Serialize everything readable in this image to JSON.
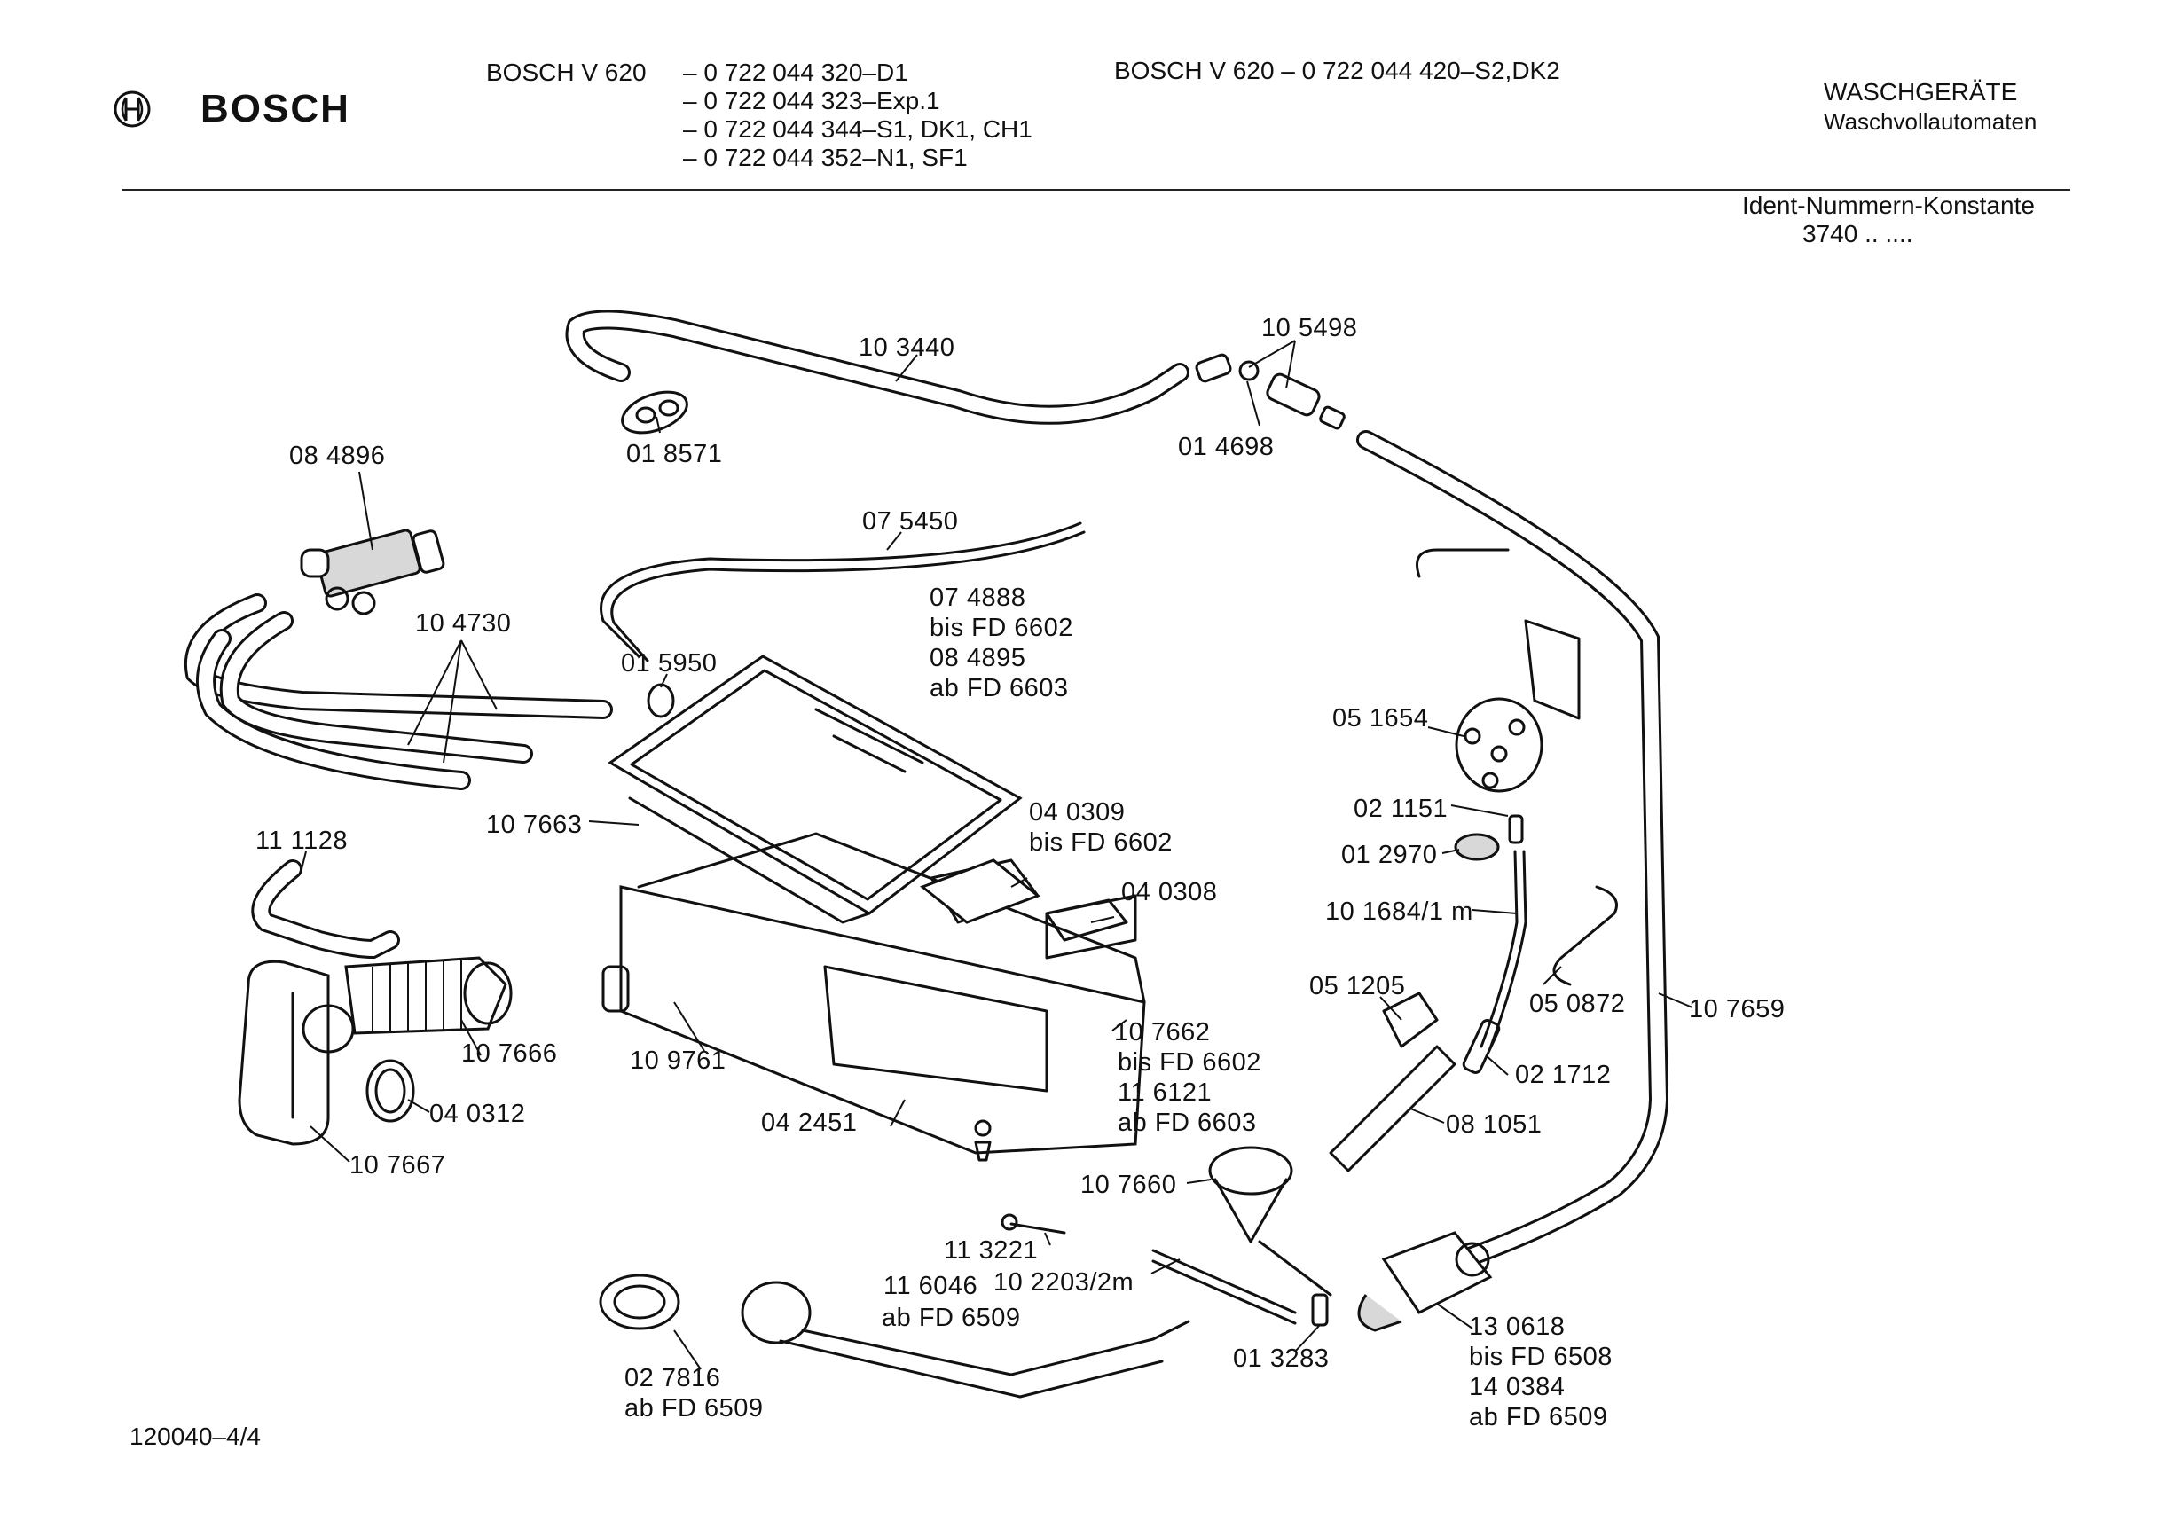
{
  "header": {
    "brand": "BOSCH",
    "model_a_prefix": "BOSCH  V 620",
    "model_a_lines": [
      "– 0 722 044 320–D1",
      "– 0 722 044 323–Exp.1",
      "– 0 722 044 344–S1, DK1, CH1",
      "– 0 722 044 352–N1, SF1"
    ],
    "model_b": "BOSCH  V 620   –  0 722 044 420–S2,DK2",
    "category": "WASCHGERÄTE",
    "subcategory": "Waschvollautomaten",
    "ident_label": "Ident-Nummern-Konstante",
    "ident_value": "3740   ..   ...."
  },
  "footer": {
    "drawing_number": "120040–4/4"
  },
  "parts": {
    "p_103440": "10 3440",
    "p_105498": "10 5498",
    "p_018571": "01 8571",
    "p_014698": "01 4698",
    "p_084896": "08 4896",
    "p_075450": "07 5450",
    "p_104730": "10 4730",
    "p_015950": "01 5950",
    "p_074888": "07 4888",
    "p_074888_n1": "bis FD 6602",
    "p_084895": "08 4895",
    "p_084895_n1": "ab FD 6603",
    "p_111128": "11 1128",
    "p_107663": "10 7663",
    "p_040309": "04 0309",
    "p_040309_n1": "bis FD 6602",
    "p_040308": "04 0308",
    "p_051654": "05 1654",
    "p_021151": "02 1151",
    "p_012970": "01 2970",
    "p_101684": "10 1684/1 m",
    "p_051205": "05 1205",
    "p_050872": "05 0872",
    "p_107659": "10 7659",
    "p_107666": "10 7666",
    "p_109761": "10 9761",
    "p_107662": "10 7662",
    "p_107662_n1": "bis FD 6602",
    "p_116121": "11 6121",
    "p_116121_n1": "ab FD 6603",
    "p_021712": "02 1712",
    "p_040312": "04 0312",
    "p_042451": "04 2451",
    "p_081051": "08 1051",
    "p_107667": "10 7667",
    "p_107660": "10 7660",
    "p_113221": "11 3221",
    "p_116046": "11 6046",
    "p_102203": "10 2203/2m",
    "p_116046_n1": "ab FD 6509",
    "p_130618": "13 0618",
    "p_130618_n1": "bis FD 6508",
    "p_140384": "14 0384",
    "p_140384_n1": "ab FD 6509",
    "p_013283": "01 3283",
    "p_027816": "02 7816",
    "p_027816_n1": "ab FD 6509"
  }
}
